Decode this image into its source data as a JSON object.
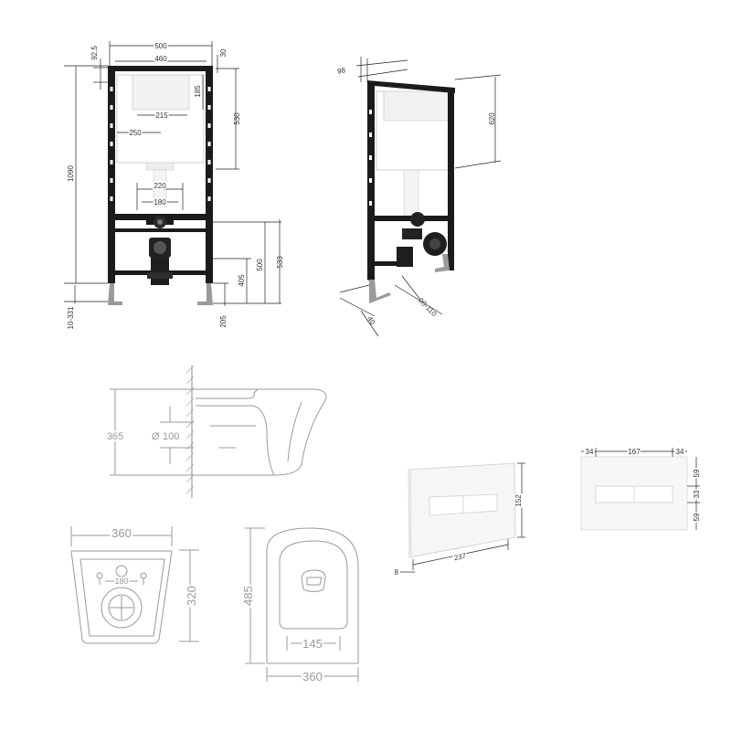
{
  "front_view": {
    "width_outer": "500",
    "width_inner": "460",
    "left_offset": "92,5",
    "right_offset": "30",
    "cistern_top": "185",
    "cistern_width": "215",
    "cistern_center": "250",
    "cistern_height": "530",
    "height_total": "1090",
    "bolt_span": "220",
    "inlet_span": "180",
    "height_inlet": "500",
    "height_533": "533",
    "height_405": "405",
    "foot_range": "10-331",
    "foot_205": "205"
  },
  "side_view": {
    "depth_top": "98",
    "cistern_height": "620",
    "depth_bottom": "40",
    "outlet_range": "90-110"
  },
  "bowl_section": {
    "height": "365",
    "outlet": "100"
  },
  "bowl_back": {
    "width": "360",
    "height": "320",
    "bolt_span": "180"
  },
  "bowl_top": {
    "length": "485",
    "width": "360",
    "seat_span": "145"
  },
  "plate_perspective": {
    "height": "152",
    "width": "237",
    "depth": "8"
  },
  "plate_front": {
    "left": "34",
    "center": "167",
    "right": "34",
    "top": "59",
    "middle": "33",
    "bottom": "59"
  },
  "colors": {
    "frame": "#1b1b1b",
    "dimension_dark": "#333333",
    "dimension_grey": "#9a9a9a"
  }
}
